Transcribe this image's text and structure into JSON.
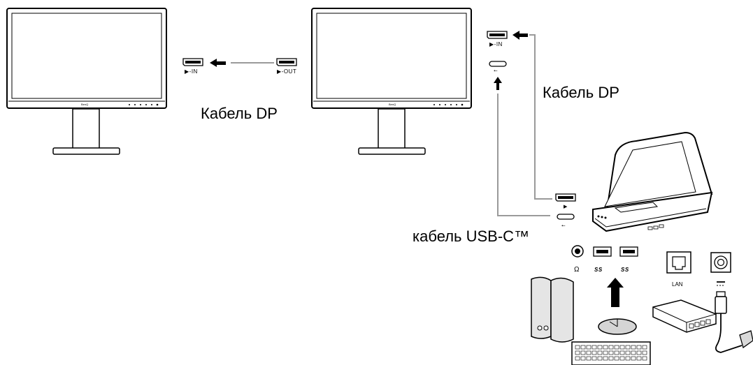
{
  "labels": {
    "dp_cable_middle": "Кабель DP",
    "dp_cable_right": "Кабель DP",
    "usb_c_cable": "кабель USB-C™"
  },
  "ports": {
    "mon1_dp_in": "▶-IN",
    "mon2_dp_out": "▶-OUT",
    "mon2_dp_in": "▶-IN",
    "lan": "LAN",
    "usb_ss_a": "SS",
    "usb_ss_b": "SS"
  },
  "brand": "BenQ",
  "colors": {
    "line": "#000000",
    "cable": "#9a9a9a",
    "screen_fill": "#ffffff",
    "device_fill": "#f2f2f2"
  }
}
